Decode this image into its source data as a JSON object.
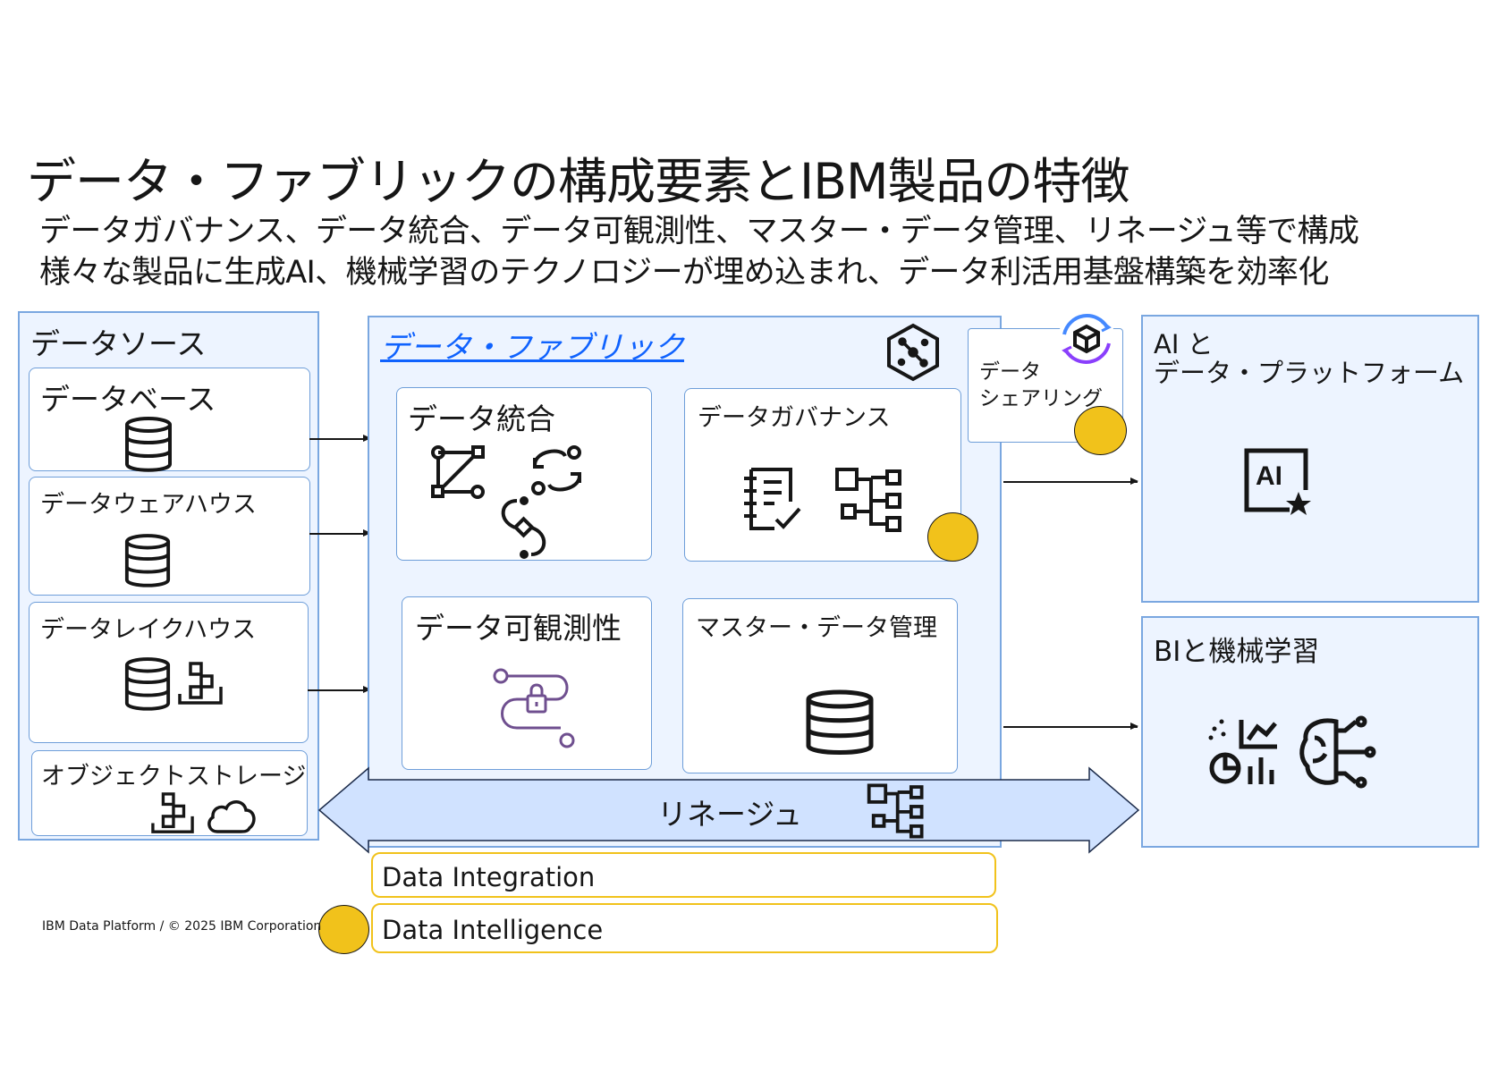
{
  "title": "データ・ファブリックの構成要素とIBM製品の特徴",
  "subtitle_lines": [
    "データガバナンス、データ統合、データ可観測性、マスター・データ管理、リネージュ等で構成",
    "様々な製品に生成AI、機械学習のテクノロジーが埋め込まれ、データ利活用基盤構築を効率化"
  ],
  "data_sources": {
    "heading": "データソース",
    "items": [
      {
        "label": "データベース",
        "icons": [
          "database-icon"
        ]
      },
      {
        "label": "データウェアハウス",
        "icons": [
          "database-icon"
        ]
      },
      {
        "label": "データレイクハウス",
        "icons": [
          "database-icon",
          "blocks-icon"
        ]
      },
      {
        "label": "オブジェクトストレージ",
        "icons": [
          "blocks-icon",
          "cloud-icon"
        ]
      }
    ]
  },
  "fabric": {
    "heading": "データ・ファブリック",
    "header_icon": "fabric-network-icon",
    "components": [
      {
        "label": "データ統合",
        "icons": [
          "data-connect-icon",
          "data-exchange-icon",
          "data-flow-icon"
        ]
      },
      {
        "label": "データガバナンス",
        "icons": [
          "catalog-checklist-icon",
          "tree-structure-icon"
        ]
      },
      {
        "label": "データ可観測性",
        "icons": [
          "lock-path-icon"
        ]
      },
      {
        "label": "マスター・データ管理",
        "icons": [
          "database-icon"
        ]
      }
    ],
    "sharing": {
      "label_line1": "データ",
      "label_line2": "シェアリング",
      "icon": "cube-sync-icon"
    }
  },
  "lineage": {
    "label": "リネージュ",
    "icon": "tree-structure-icon"
  },
  "targets": [
    {
      "line1": "AI と",
      "line2": "データ・プラットフォーム",
      "icons": [
        "ai-star-icon"
      ]
    },
    {
      "line1": "BIと機械学習",
      "line2": "",
      "icons": [
        "analytics-chart-icon",
        "ml-brain-icon"
      ]
    }
  ],
  "legend": [
    {
      "label": "Data Integration",
      "marker": false
    },
    {
      "label": "Data Intelligence",
      "marker": true
    }
  ],
  "footer": "IBM Data Platform / © 2025 IBM Corporation",
  "colors": {
    "panel_border": "#7aa7e0",
    "panel_fill": "#edf4ff",
    "link_blue": "#0f62fe",
    "lineage_fill": "#d0e2ff",
    "highlight_yellow": "#f1c21b"
  }
}
